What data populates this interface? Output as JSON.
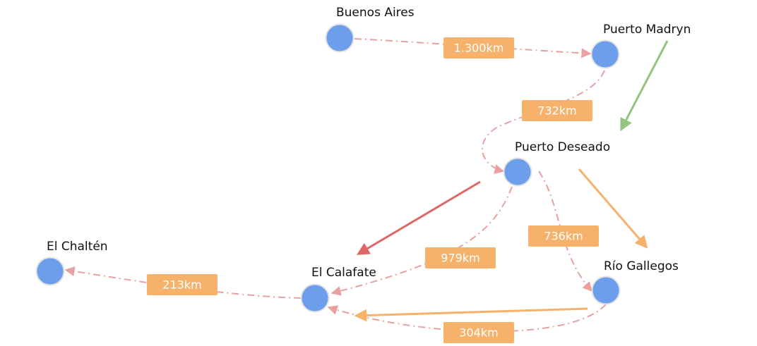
{
  "colors": {
    "node_fill": "#6d9eeb",
    "node_stroke": "#e2e2e2",
    "dashed_edge": "#e8a0a0",
    "label_box": "#f6b26b",
    "label_text": "#ffffff",
    "arrow_green": "#93c47d",
    "arrow_red": "#e06666",
    "arrow_orange": "#f6b26b"
  },
  "nodes": [
    {
      "id": "buenos-aires",
      "label": "Buenos Aires"
    },
    {
      "id": "puerto-madryn",
      "label": "Puerto Madryn"
    },
    {
      "id": "puerto-deseado",
      "label": "Puerto Deseado"
    },
    {
      "id": "el-calafate",
      "label": "El Calafate"
    },
    {
      "id": "rio-gallegos",
      "label": "Río Gallegos"
    },
    {
      "id": "el-chalten",
      "label": "El Chaltén"
    }
  ],
  "edges": [
    {
      "from": "buenos-aires",
      "to": "puerto-madryn",
      "label": "1.300km"
    },
    {
      "from": "puerto-madryn",
      "to": "puerto-deseado",
      "label": "732km"
    },
    {
      "from": "puerto-deseado",
      "to": "rio-gallegos",
      "label": "736km"
    },
    {
      "from": "puerto-deseado",
      "to": "el-calafate",
      "label": "979km"
    },
    {
      "from": "rio-gallegos",
      "to": "el-calafate",
      "label": "304km"
    },
    {
      "from": "el-calafate",
      "to": "el-chalten",
      "label": "213km"
    }
  ]
}
